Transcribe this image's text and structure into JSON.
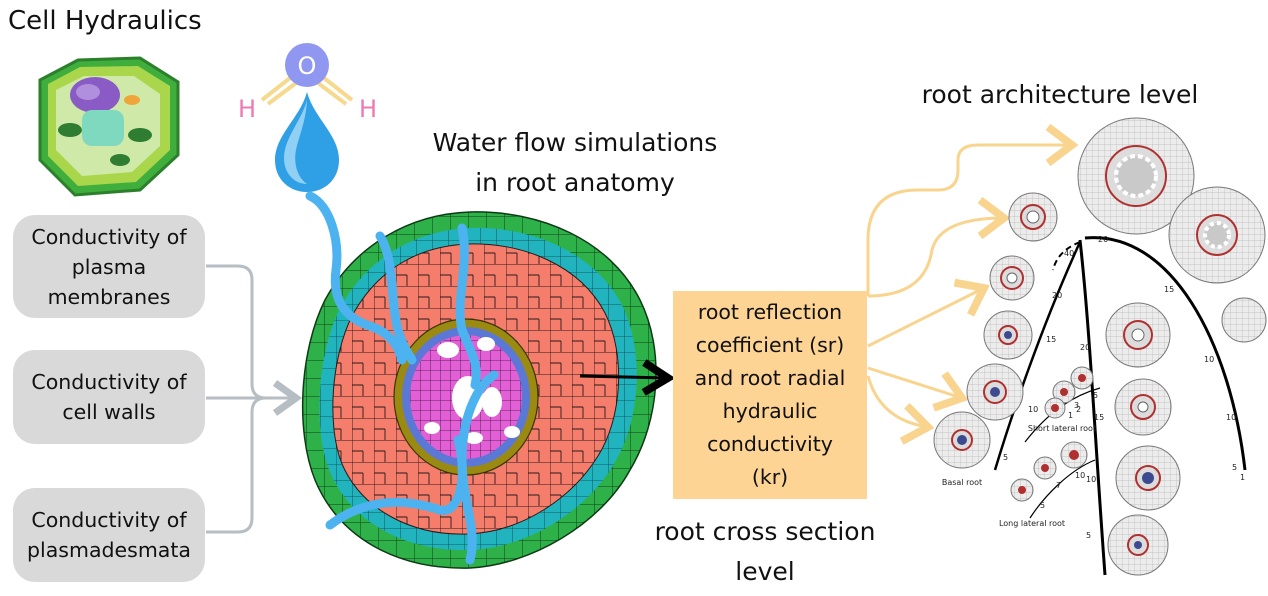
{
  "title": "Cell Hydraulics",
  "left_boxes": [
    {
      "line1": "Conductivity of",
      "line2": "plasma",
      "line3": "membranes"
    },
    {
      "line1": "Conductivity of",
      "line2": "cell walls"
    },
    {
      "line1": "Conductivity of",
      "line2": "plasmadesmata"
    }
  ],
  "water_molecule": {
    "o": "O",
    "h_left": "H",
    "h_right": "H"
  },
  "center_heading": {
    "line1": "Water flow simulations",
    "line2": "in root anatomy"
  },
  "result_box": {
    "line1": "root reflection",
    "line2": "coefficient (sr)",
    "line3": "and root radial",
    "line4": "hydraulic",
    "line5": "conductivity",
    "line6": "(kr)"
  },
  "cross_section_label": {
    "line1": "root cross section",
    "line2": "level"
  },
  "architecture_label": "root architecture level",
  "architecture_figure": {
    "labels": {
      "basal": "Basal root",
      "short_lateral": "Short lateral root",
      "long_lateral": "Long lateral root"
    },
    "numbers": [
      "20",
      "40",
      "20",
      "15",
      "20",
      "15",
      "10",
      "10",
      "5",
      "5",
      "3",
      "2",
      "1",
      "10",
      "15",
      "10",
      "7",
      "5",
      "5",
      "10",
      "5",
      "1"
    ]
  },
  "colors": {
    "pill_bg": "#d9d9d9",
    "result_bg": "#fdd494",
    "arrow_orange": "#f9d48e",
    "connector_gray": "#b6bec4",
    "water_blue": "#4db3f0",
    "epidermis_green": "#2fb14a",
    "cortex_salmon": "#f57d6c",
    "endodermis_teal": "#21b4be",
    "pericycle_olive": "#9a8a12",
    "stele_magenta": "#e35fd6",
    "xylem_white": "#ffffff",
    "oxygen_blue": "#8f97f0",
    "hydrogen_pink": "#ee78b3"
  }
}
